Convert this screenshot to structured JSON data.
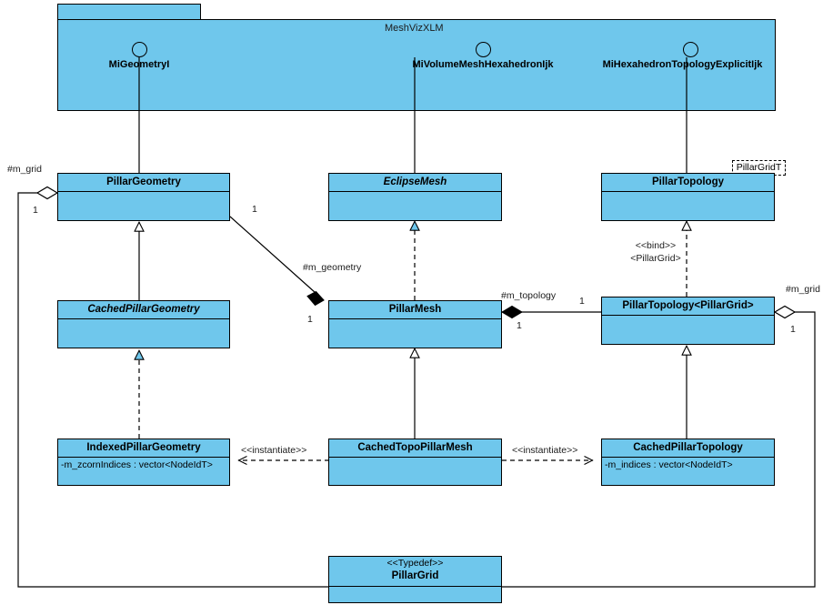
{
  "diagram": {
    "kind": "uml-class-diagram",
    "colors": {
      "class_fill": "#6fc7ec",
      "package_fill": "#6fc7ec",
      "line": "#000000",
      "background": "#ffffff"
    }
  },
  "package": {
    "name": "MeshVizXLM",
    "tab_label": ""
  },
  "interfaces": [
    {
      "id": "mi-geometry-i",
      "label": "MiGeometryI"
    },
    {
      "id": "mi-volume-mesh-hexahedron-ijk",
      "label": "MiVolumeMeshHexahedronIjk"
    },
    {
      "id": "mi-hexahedron-topology-explicit-ijk",
      "label": "MiHexahedronTopologyExplicitIjk"
    }
  ],
  "classes": [
    {
      "id": "pillar-geometry",
      "name": "PillarGeometry",
      "stereotype": "",
      "abstract": false,
      "attributes": []
    },
    {
      "id": "eclipse-mesh",
      "name": "EclipseMesh",
      "stereotype": "",
      "abstract": true,
      "attributes": []
    },
    {
      "id": "pillar-topology",
      "name": "PillarTopology",
      "stereotype": "",
      "abstract": false,
      "attributes": [],
      "template_parameter": "PillarGridT"
    },
    {
      "id": "cached-pillar-geometry",
      "name": "CachedPillarGeometry",
      "stereotype": "",
      "abstract": true,
      "attributes": []
    },
    {
      "id": "pillar-mesh",
      "name": "PillarMesh",
      "stereotype": "",
      "abstract": false,
      "attributes": []
    },
    {
      "id": "pillar-topology-pillargrid",
      "name": "PillarTopology<PillarGrid>",
      "stereotype": "",
      "abstract": false,
      "attributes": []
    },
    {
      "id": "indexed-pillar-geometry",
      "name": "IndexedPillarGeometry",
      "stereotype": "",
      "abstract": false,
      "attributes": [
        "-m_zcornIndices : vector<NodeIdT>"
      ]
    },
    {
      "id": "cached-topo-pillar-mesh",
      "name": "CachedTopoPillarMesh",
      "stereotype": "",
      "abstract": false,
      "attributes": []
    },
    {
      "id": "cached-pillar-topology",
      "name": "CachedPillarTopology",
      "stereotype": "",
      "abstract": false,
      "attributes": [
        "-m_indices : vector<NodeIdT>"
      ]
    },
    {
      "id": "pillar-grid",
      "name": "PillarGrid",
      "stereotype": "<<Typedef>>",
      "abstract": false,
      "attributes": []
    }
  ],
  "edge_labels": {
    "m_grid_left": "#m_grid",
    "m_grid_left_mult": "1",
    "m_grid_right": "#m_grid",
    "m_grid_right_mult": "1",
    "m_geometry": "#m_geometry",
    "m_geometry_mult_source": "1",
    "m_geometry_mult_target": "1",
    "m_topology": "#m_topology",
    "m_topology_mult_source": "1",
    "m_topology_mult_target": "1",
    "bind_stereotype": "<<bind>>",
    "bind_argument": "<PillarGrid>",
    "instantiate_left": "<<instantiate>>",
    "instantiate_right": "<<instantiate>>"
  }
}
